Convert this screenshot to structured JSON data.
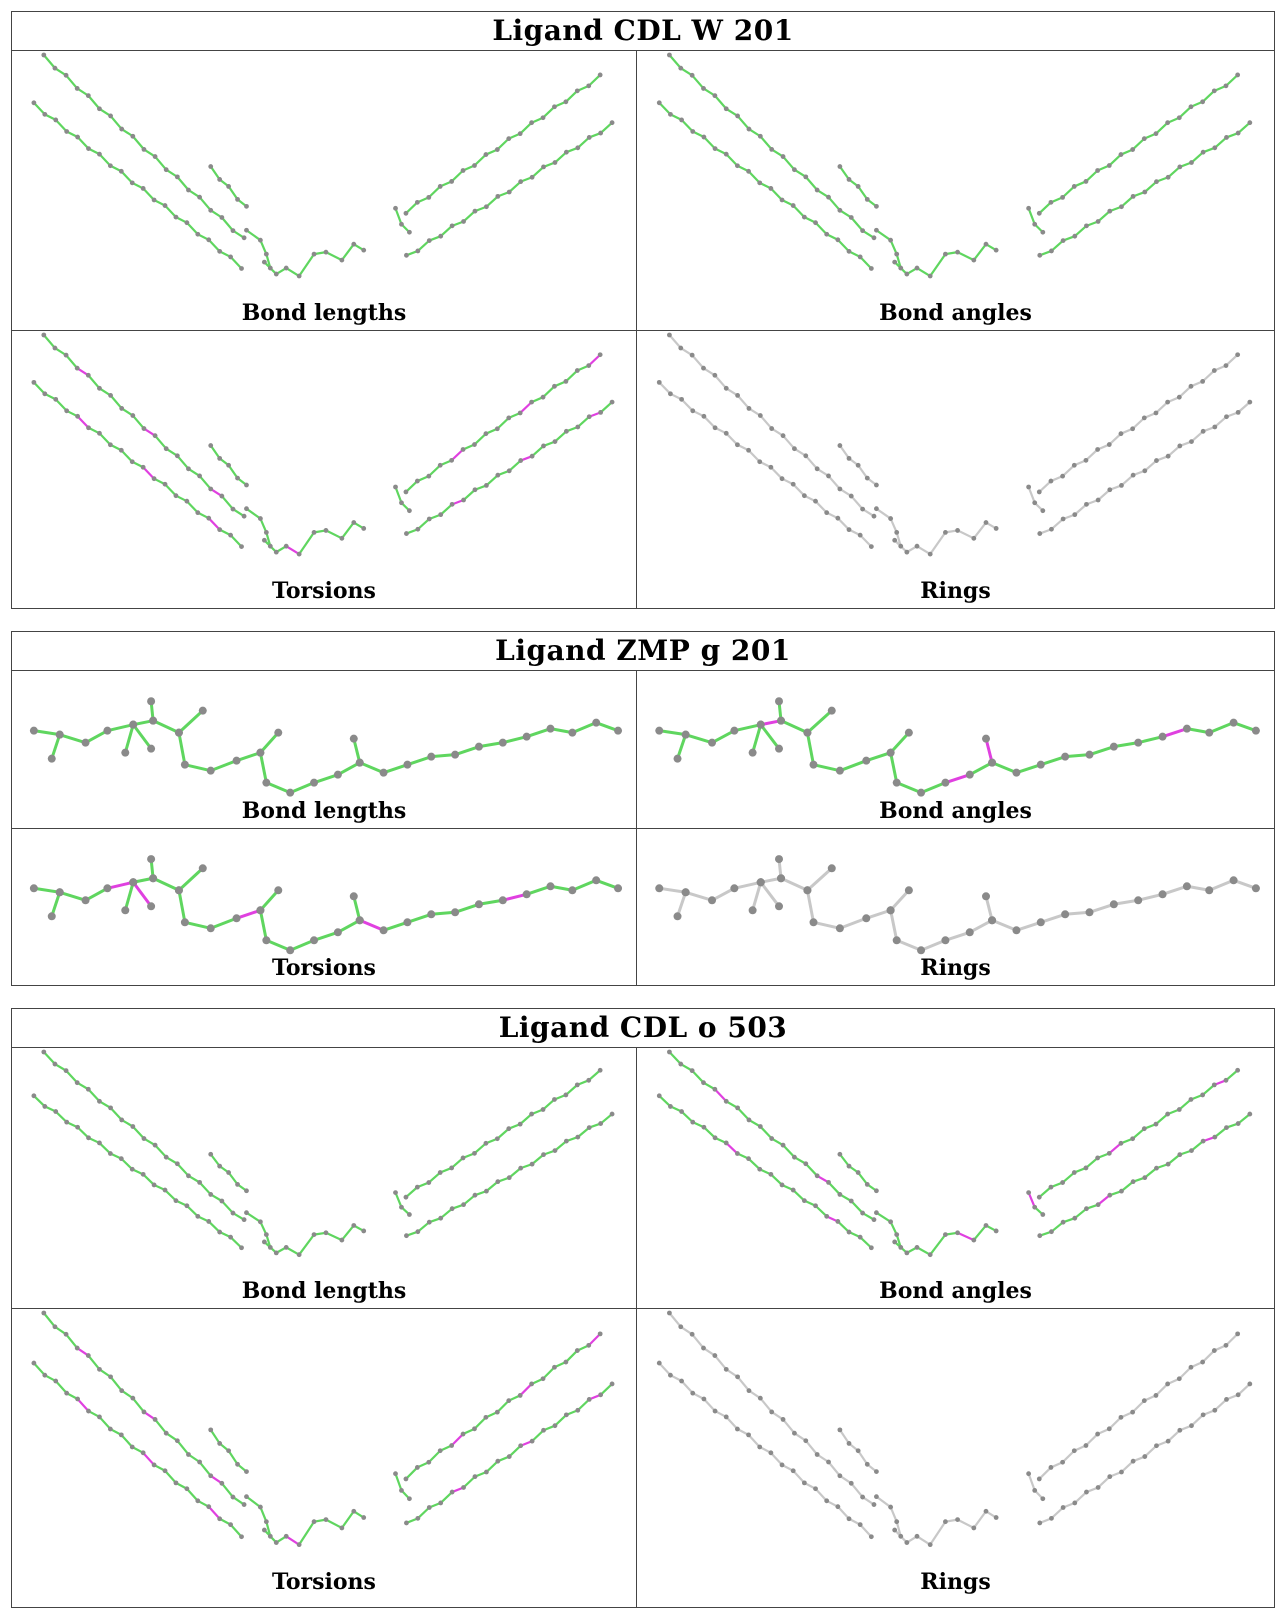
{
  "colors": {
    "pass": "#5fd65f",
    "outlier": "#e040e0",
    "neutral": "#c8c8c8",
    "atom": "#8a8a8a"
  },
  "blocks": [
    {
      "title": "Ligand CDL W 201",
      "molecule": "CDL",
      "cells": [
        {
          "label": "Bond lengths",
          "mode": "pass"
        },
        {
          "label": "Bond angles",
          "mode": "pass"
        },
        {
          "label": "Torsions",
          "mode": "torsion"
        },
        {
          "label": "Rings",
          "mode": "neutral"
        }
      ]
    },
    {
      "title": "Ligand ZMP g 201",
      "molecule": "ZMP",
      "cells": [
        {
          "label": "Bond lengths",
          "mode": "pass"
        },
        {
          "label": "Bond angles",
          "mode": "angle"
        },
        {
          "label": "Torsions",
          "mode": "torsion"
        },
        {
          "label": "Rings",
          "mode": "neutral"
        }
      ]
    },
    {
      "title": "Ligand CDL o 503",
      "molecule": "CDL",
      "cells": [
        {
          "label": "Bond lengths",
          "mode": "pass"
        },
        {
          "label": "Bond angles",
          "mode": "angle"
        },
        {
          "label": "Torsions",
          "mode": "torsion"
        },
        {
          "label": "Rings",
          "mode": "neutral"
        }
      ]
    }
  ]
}
